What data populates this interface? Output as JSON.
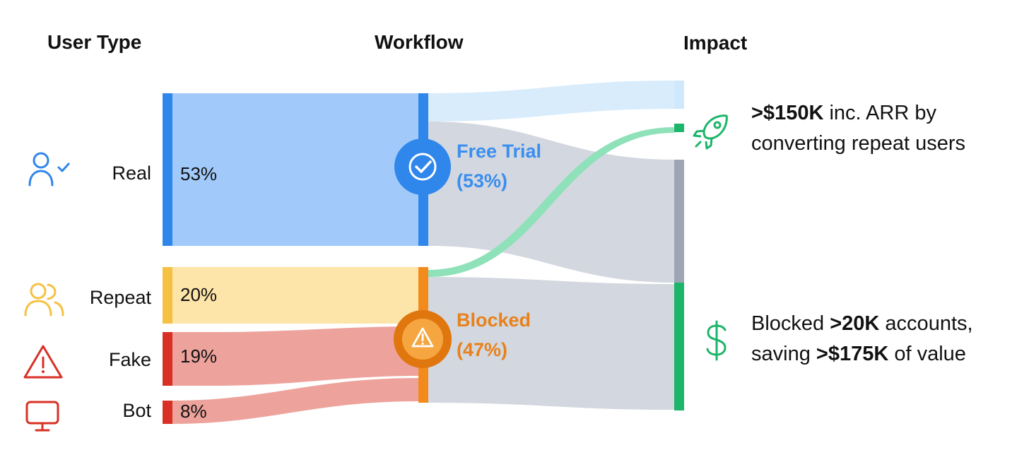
{
  "headers": {
    "user_type": "User Type",
    "workflow": "Workflow",
    "impact": "Impact"
  },
  "user_types": [
    {
      "label": "Real",
      "pct": "53%",
      "value": 53,
      "icon": "user-check-icon",
      "color": "#2f86eb",
      "fill": "#a1cafb"
    },
    {
      "label": "Repeat",
      "pct": "20%",
      "value": 20,
      "icon": "users-icon",
      "color": "#f6c142",
      "fill": "#fde4a8"
    },
    {
      "label": "Fake",
      "pct": "19%",
      "value": 19,
      "icon": "warning-triangle-icon",
      "color": "#d93025",
      "fill": "#eda39c"
    },
    {
      "label": "Bot",
      "pct": "8%",
      "value": 8,
      "icon": "monitor-icon",
      "color": "#d93025",
      "fill": "#eda39c"
    }
  ],
  "workflows": [
    {
      "name": "Free Trial",
      "pct": "(53%)",
      "value": 53,
      "color": "#3a8ef0",
      "icon": "check-circle-icon"
    },
    {
      "name": "Blocked",
      "pct": "(47%)",
      "value": 47,
      "color": "#e8811a",
      "icon": "alert-triangle-icon"
    }
  ],
  "impacts": [
    {
      "icon": "rocket-icon",
      "color": "#1db56a",
      "line1_bold": ">$150K",
      "line1_rest": " inc. ARR by",
      "line2": "converting repeat users"
    },
    {
      "icon": "dollar-icon",
      "color": "#1db56a",
      "line1_pre": "Blocked ",
      "line1_bold": ">20K",
      "line1_post": " accounts,",
      "line2_pre": "saving ",
      "line2_bold": ">$175K",
      "line2_post": " of value"
    }
  ],
  "colors": {
    "real_bar": "#2f86eb",
    "real_fill": "#a1cafb",
    "repeat_bar": "#f6c142",
    "repeat_fill": "#fde4a8",
    "fake_bar": "#d93025",
    "fake_fill": "#eda39c",
    "free_trial_bar": "#2f86eb",
    "blocked_bar": "#f28a1c",
    "flow_light_blue": "#d8ecfc",
    "flow_gray": "#d3d7df",
    "flow_green": "#8fe1b9",
    "impact_light_blue": "#cfe8fc",
    "impact_green": "#1db56a",
    "impact_gray": "#9ea6b5"
  }
}
